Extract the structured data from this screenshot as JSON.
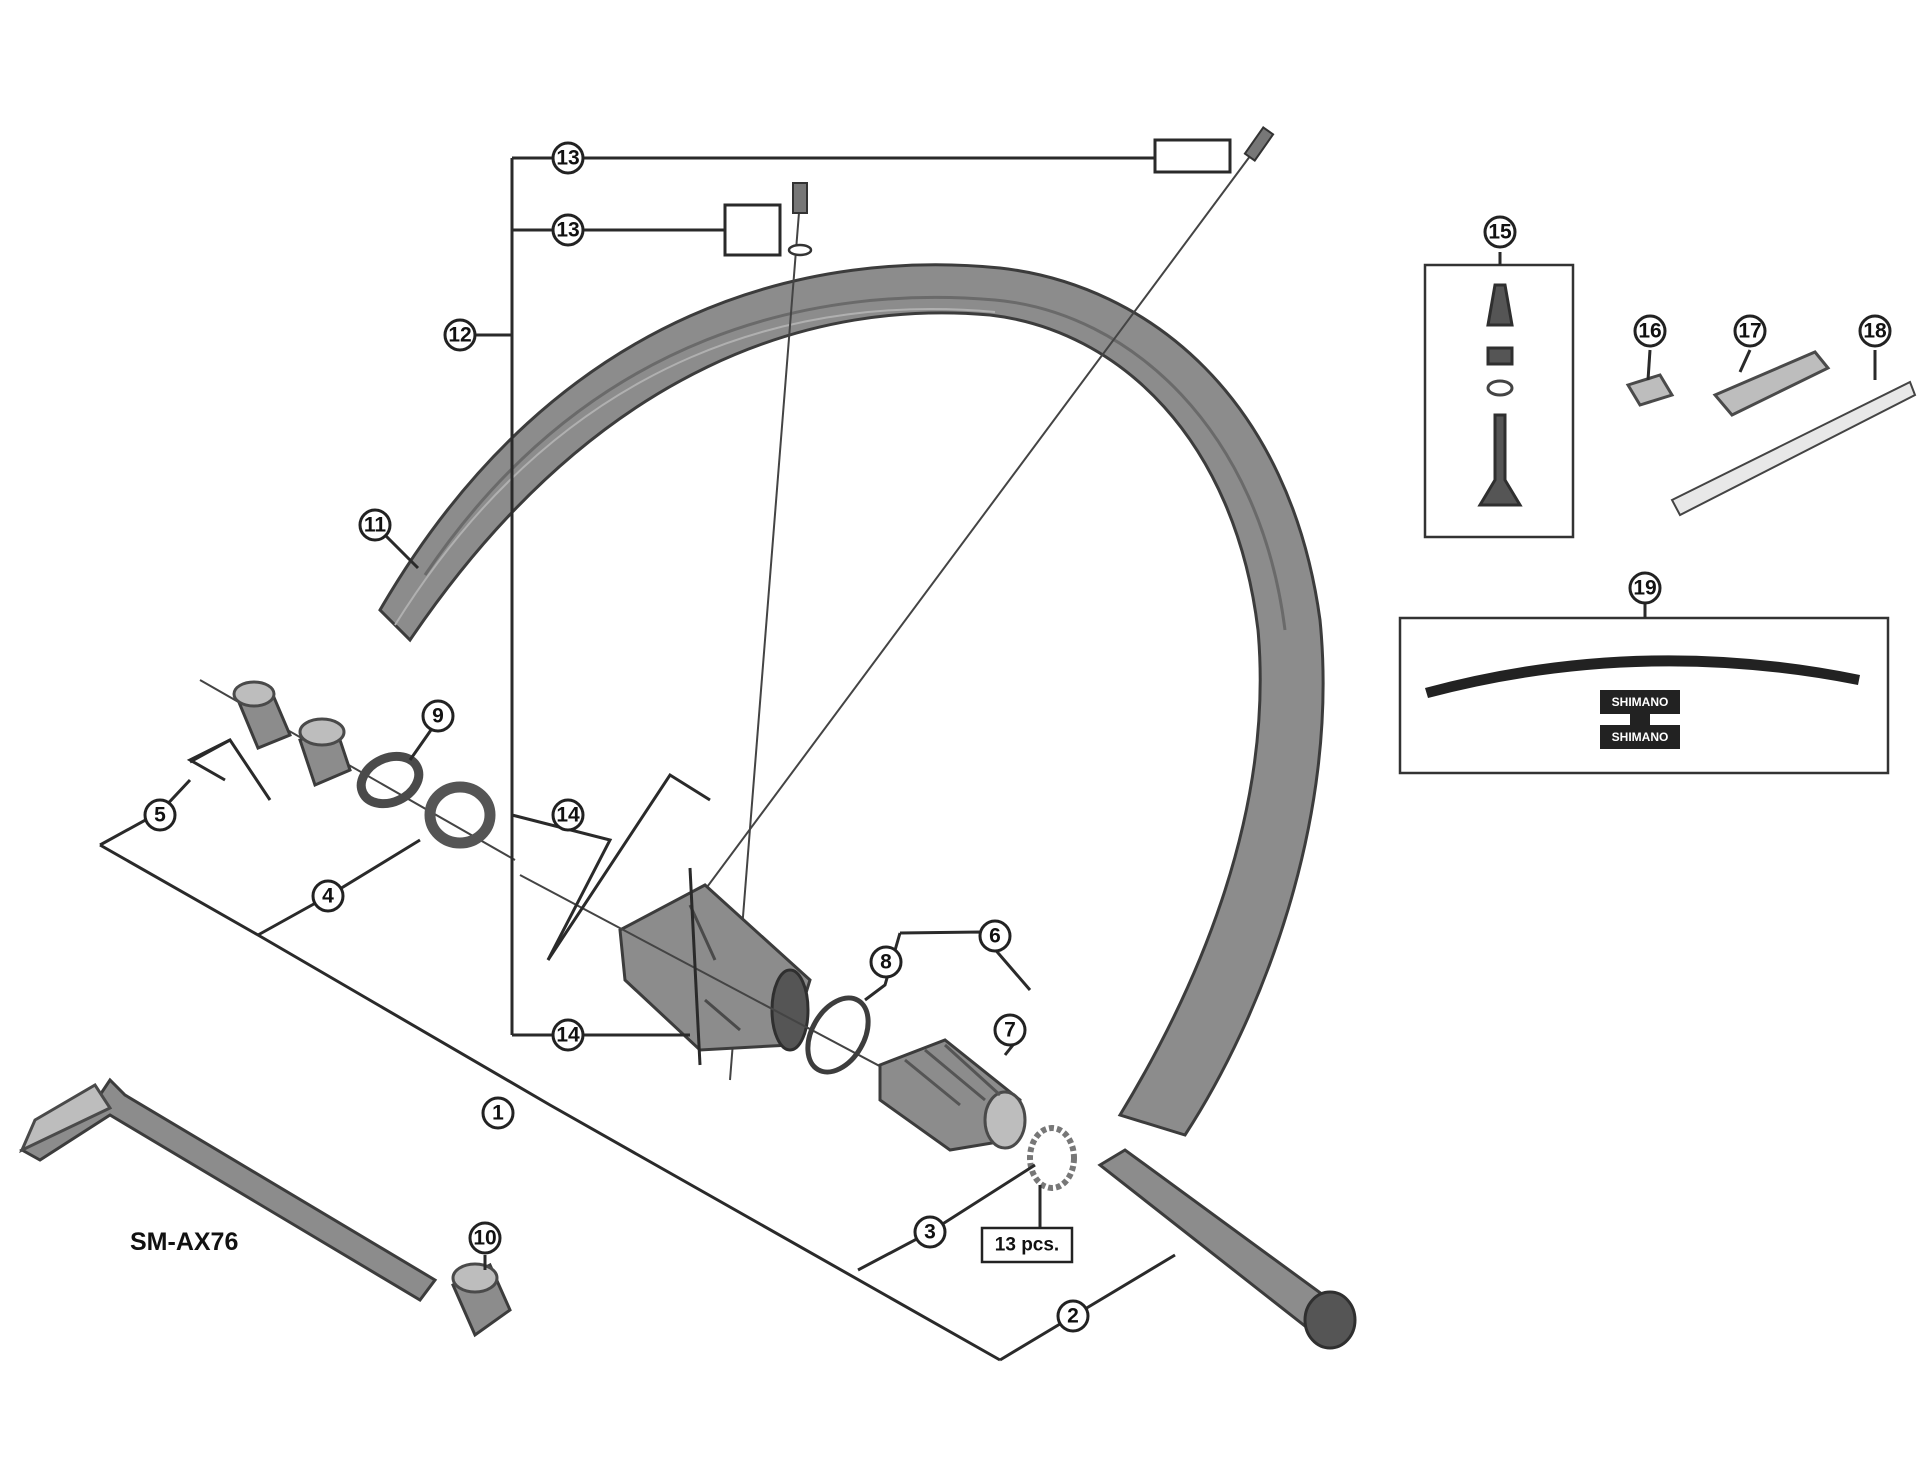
{
  "model_label": "SM-AX76",
  "quantity_label": "13 pcs.",
  "brand_text": "SHIMANO",
  "callouts": {
    "c1": "1",
    "c2": "2",
    "c3": "3",
    "c4": "4",
    "c5": "5",
    "c6": "6",
    "c7": "7",
    "c8": "8",
    "c9": "9",
    "c10": "10",
    "c11": "11",
    "c12": "12",
    "c13a": "13",
    "c13b": "13",
    "c14a": "14",
    "c14b": "14",
    "c15": "15",
    "c16": "16",
    "c17": "17",
    "c18": "18",
    "c19": "19"
  },
  "colors": {
    "part": "#8c8c8c",
    "line": "#2a2a2a"
  }
}
